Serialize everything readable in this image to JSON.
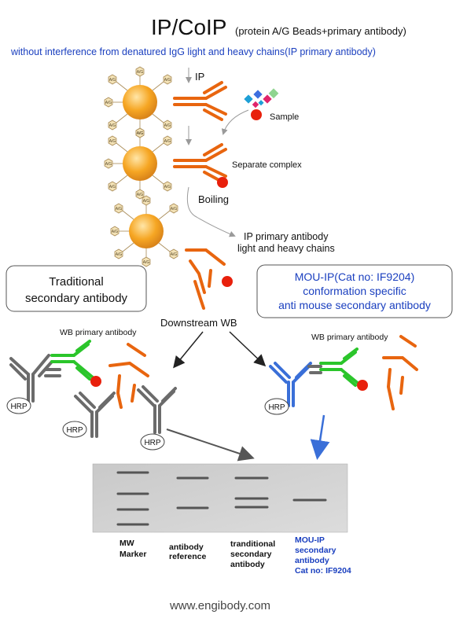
{
  "title": {
    "main": "IP/CoIP",
    "sub": "(protein A/G Beads+primary antibody)",
    "subtitle": "without interference from denatured IgG light and heavy chains(IP primary antibody)"
  },
  "labels": {
    "ip": "IP",
    "sample": "Sample",
    "separate": "Separate complex",
    "boiling": "Boiling",
    "chains_line1": "IP primary antibody",
    "chains_line2": "light and heavy chains",
    "bead": "A/G",
    "downstream": "Downstream WB",
    "wb_primary_left": "WB primary antibody",
    "wb_primary_right": "WB primary antibody",
    "hrp": "HRP"
  },
  "boxes": {
    "traditional_line1": "Traditional",
    "traditional_line2": "secondary antibody",
    "mou_line1": "MOU-IP(Cat no: IF9204)",
    "mou_line2": "conformation specific",
    "mou_line3": "anti mouse secondary antibody"
  },
  "lanes": {
    "lane1": [
      "MW",
      "Marker"
    ],
    "lane2": [
      "antibody",
      "reference"
    ],
    "lane3": [
      "tranditional",
      "secondary",
      "antibody"
    ],
    "lane4": [
      "MOU-IP",
      "secondary",
      "antibody",
      "Cat no: IF9204"
    ]
  },
  "footer": "www.engibody.com",
  "colors": {
    "blue_text": "#1a3fbf",
    "antibody_orange": "#e8650f",
    "green": "#2bc52b",
    "gray": "#6b6b6b",
    "blue_antibody": "#3a6fd8",
    "bead": "#f6a623",
    "red_dot": "#e8200c"
  }
}
